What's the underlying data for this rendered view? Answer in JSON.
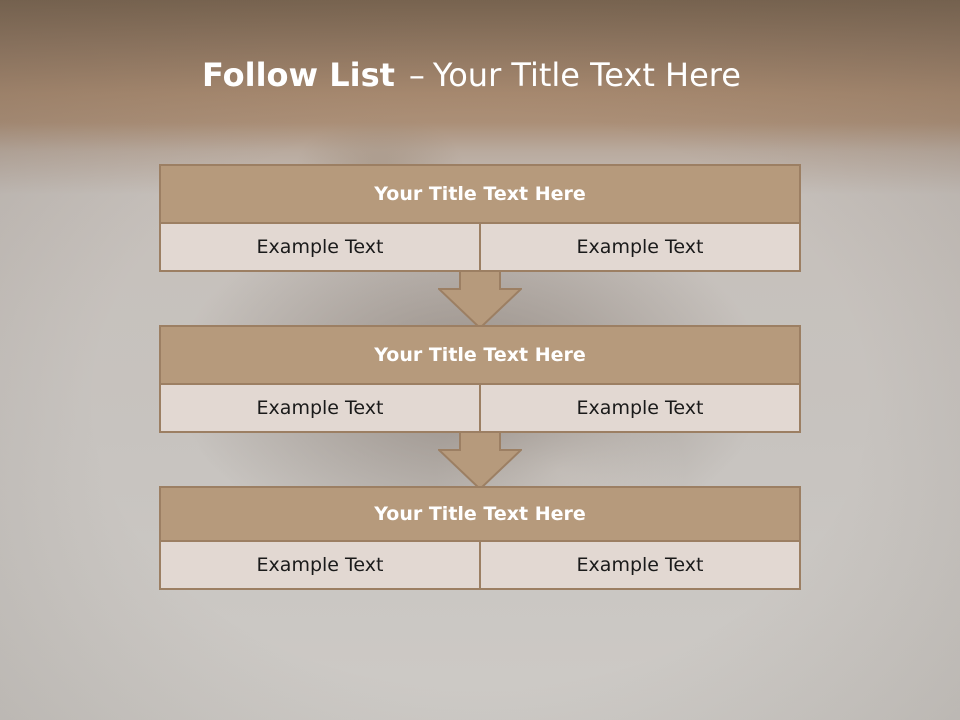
{
  "slide": {
    "title_bold": "Follow List",
    "title_separator": "–",
    "title_rest": "Your Title Text Here"
  },
  "blocks": [
    {
      "title": "Your Title Text Here",
      "left": "Example Text",
      "right": "Example Text"
    },
    {
      "title": "Your Title Text Here",
      "left": "Example Text",
      "right": "Example Text"
    },
    {
      "title": "Your Title Text Here",
      "left": "Example Text",
      "right": "Example Text"
    }
  ],
  "colors": {
    "header_band": "#a7896f",
    "block_title_fill": "#b69a7c",
    "block_border": "#9c7f63",
    "cell_fill": "#e2d8d2",
    "arrow_fill": "#b69a7c"
  }
}
